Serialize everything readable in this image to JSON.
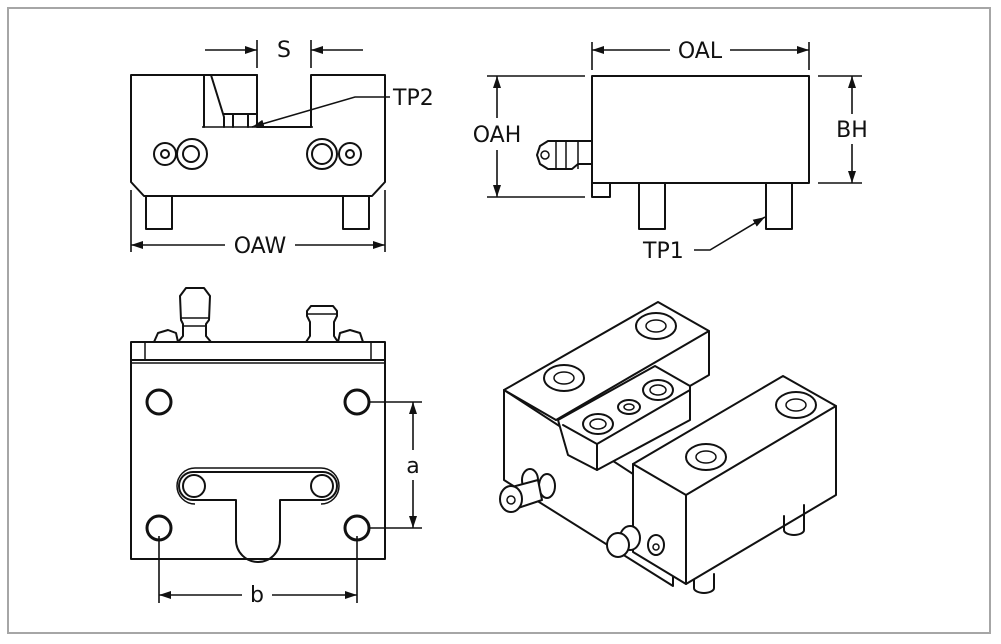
{
  "drawing": {
    "type": "technical-dimension-drawing",
    "subject": "tool holder block",
    "views": [
      {
        "name": "front-view",
        "dimension_labels": [
          "S",
          "OAW"
        ],
        "callouts": [
          "TP2"
        ]
      },
      {
        "name": "side-view",
        "dimension_labels": [
          "OAL",
          "OAH",
          "BH"
        ],
        "callouts": [
          "TP1"
        ]
      },
      {
        "name": "bottom-view",
        "dimension_labels": [
          "a",
          "b"
        ],
        "callouts": []
      },
      {
        "name": "isometric-view",
        "dimension_labels": [],
        "callouts": []
      }
    ]
  },
  "labels": {
    "s": "S",
    "tp2": "TP2",
    "oaw": "OAW",
    "oal": "OAL",
    "oah": "OAH",
    "bh": "BH",
    "tp1": "TP1",
    "a": "a",
    "b": "b"
  },
  "colors": {
    "line": "#111111",
    "frame": "#a6a6a6",
    "background": "#ffffff"
  }
}
